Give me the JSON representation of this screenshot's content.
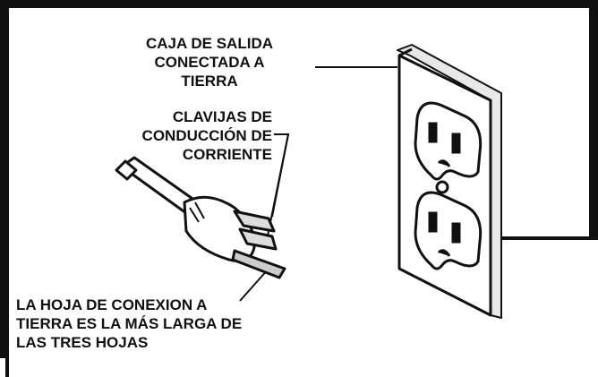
{
  "labels": {
    "outlet_box": [
      "CAJA DE SALIDA",
      "CONECTADA A",
      "TIERRA"
    ],
    "current_pins": [
      "CLAVIJAS DE",
      "CONDUCCIÓN DE",
      "CORRIENTE"
    ],
    "ground_blade": [
      "LA HOJA DE CONEXION A",
      "TIERRA ES LA MÁS LARGA DE",
      "LAS TRES HOJAS"
    ]
  },
  "colors": {
    "line": "#111111",
    "background": "#ffffff"
  }
}
